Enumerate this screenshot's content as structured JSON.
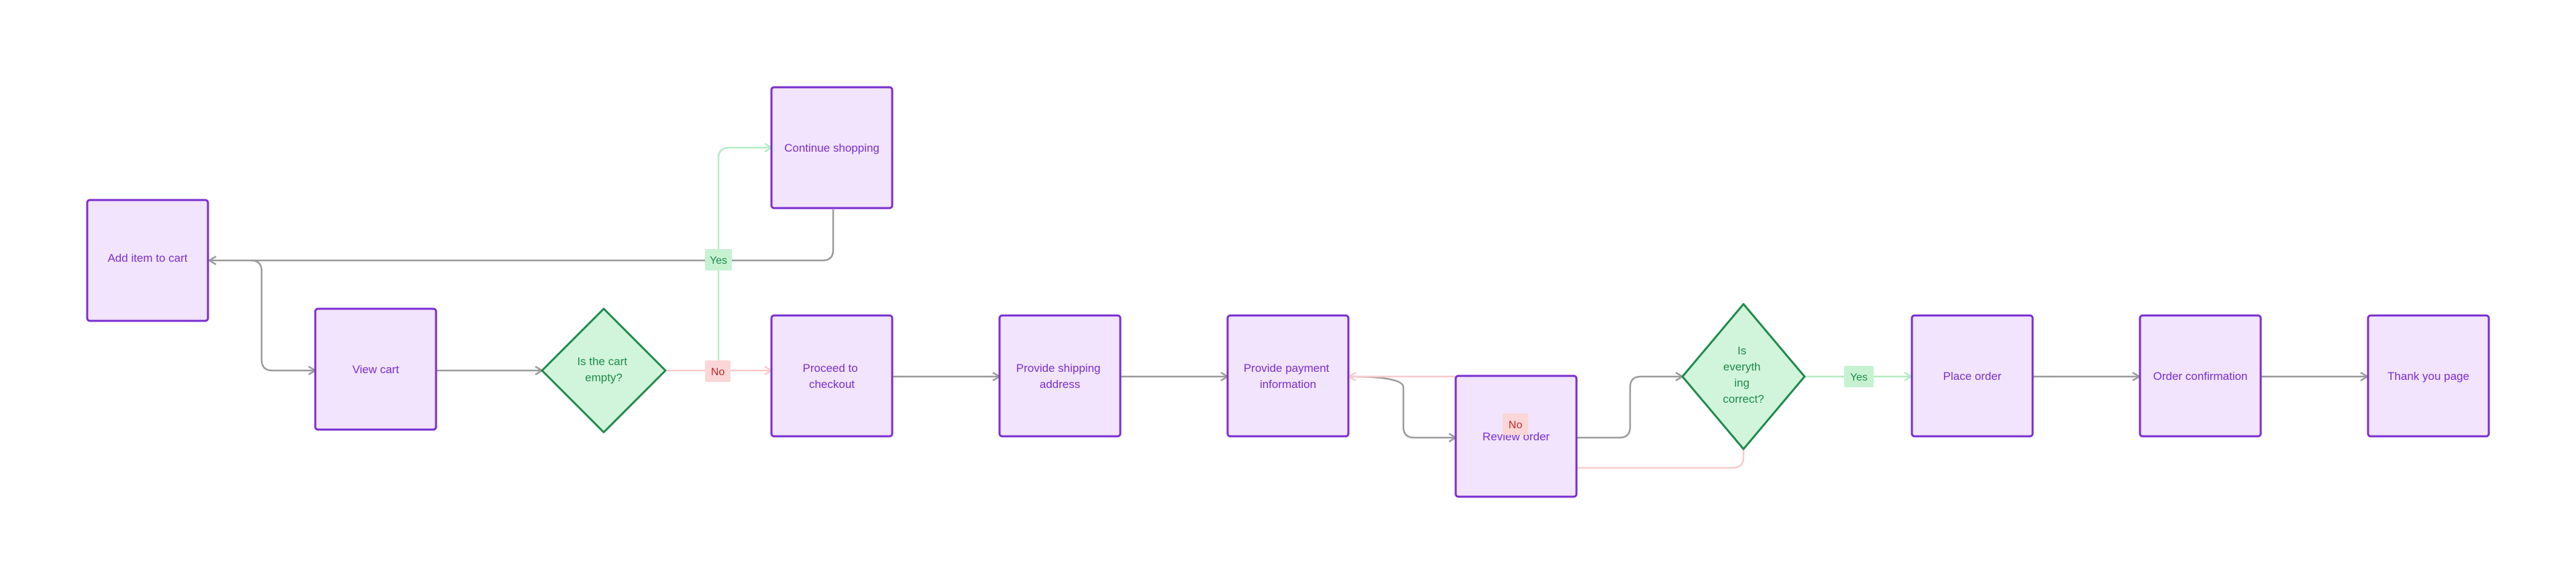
{
  "colors": {
    "process_fill": "#f1e4fc",
    "process_stroke": "#7a2ed1",
    "process_text": "#7a2ed1",
    "decision_fill": "#d1f5da",
    "decision_stroke": "#1e8a4b",
    "decision_text": "#1e8a4b",
    "connector_gray": "#9b9b9b",
    "connector_green": "#b5ecc5",
    "connector_red": "#f9caca",
    "yes_bg": "#c6f2d2",
    "yes_text": "#1e8a4b",
    "no_bg": "#fbd6d6",
    "no_text": "#c22a2a"
  },
  "nodes": {
    "add_item": {
      "lines": [
        "Add item to cart"
      ]
    },
    "view_cart": {
      "lines": [
        "View cart"
      ]
    },
    "cart_empty": {
      "lines": [
        "Is the cart",
        "empty?"
      ]
    },
    "continue_shopping": {
      "lines": [
        "Continue shopping"
      ]
    },
    "proceed_checkout": {
      "lines": [
        "Proceed to",
        "checkout"
      ]
    },
    "shipping": {
      "lines": [
        "Provide shipping",
        "address"
      ]
    },
    "payment": {
      "lines": [
        "Provide payment",
        "information"
      ]
    },
    "review_order": {
      "lines": [
        "Review order"
      ]
    },
    "everything_correct": {
      "lines": [
        "Is",
        "everyth",
        "ing",
        "correct?"
      ]
    },
    "place_order": {
      "lines": [
        "Place order"
      ]
    },
    "order_confirmation": {
      "lines": [
        "Order confirmation"
      ]
    },
    "thank_you": {
      "lines": [
        "Thank you page"
      ]
    }
  },
  "edge_labels": {
    "cart_empty_yes": "Yes",
    "cart_empty_no": "No",
    "correct_yes": "Yes",
    "correct_no": "No"
  }
}
